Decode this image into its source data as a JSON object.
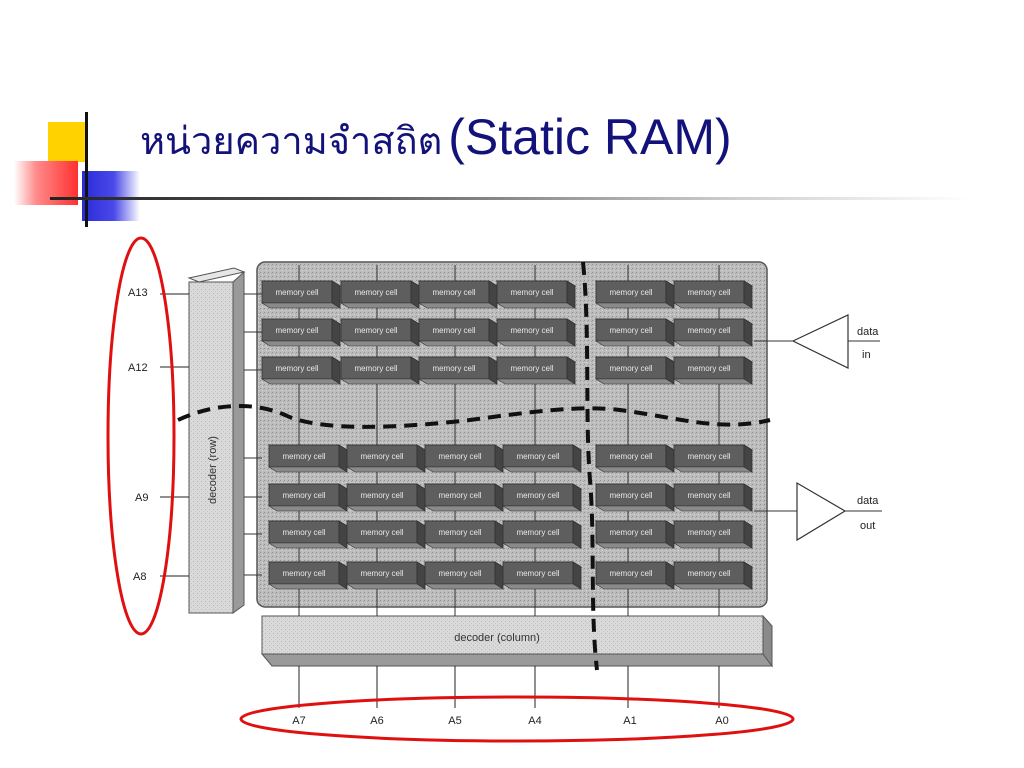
{
  "slide": {
    "title_thai": "หน่วยความจำสถิต",
    "title_english": "(Static RAM)"
  },
  "diagram": {
    "row_address_labels": [
      "A13",
      "A12",
      "A9",
      "A8"
    ],
    "column_address_labels": [
      "A7",
      "A6",
      "A5",
      "A4",
      "A1",
      "A0"
    ],
    "row_decoder_label": "decoder (row)",
    "column_decoder_label": "decoder (column)",
    "cell_label": "memory cell",
    "data_in": {
      "line1": "data",
      "line2": "in"
    },
    "data_out": {
      "line1": "data",
      "line2": "out"
    },
    "highlight_color": "#e01010"
  }
}
